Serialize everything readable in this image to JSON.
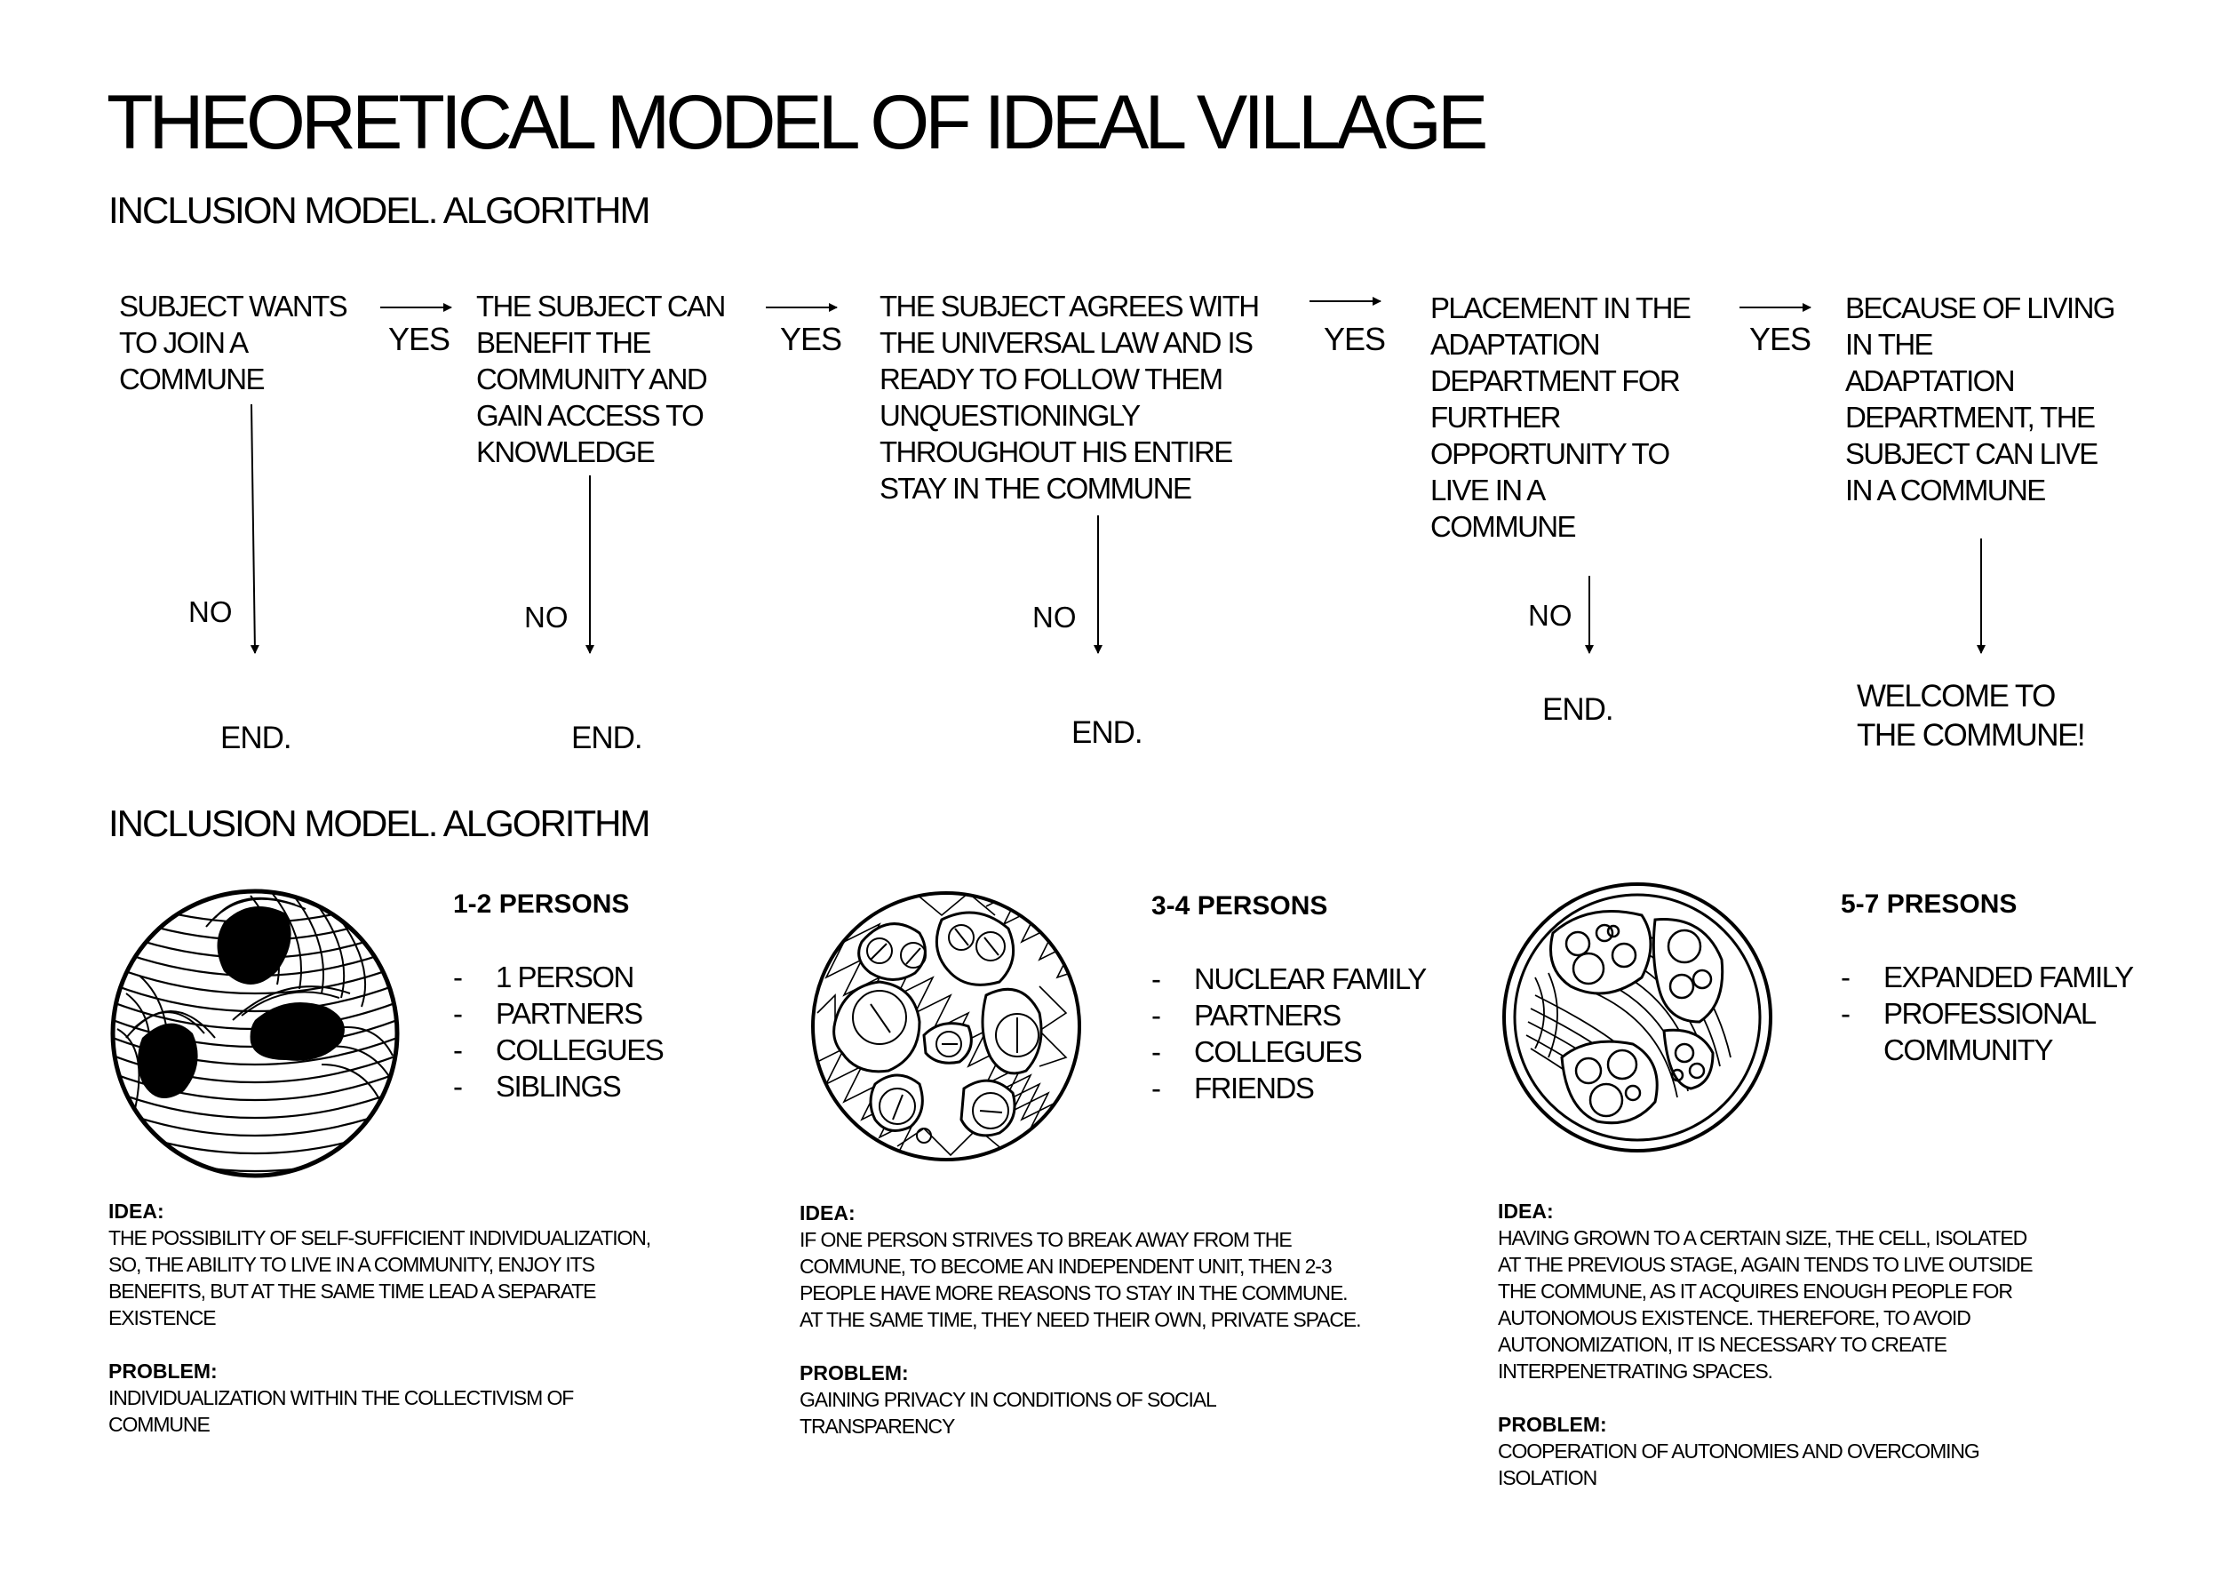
{
  "title": "THEORETICAL MODEL OF IDEAL VILLAGE",
  "section1_title": "INCLUSION MODEL. ALGORITHM",
  "section2_title": "INCLUSION MODEL. ALGORITHM",
  "steps": [
    {
      "lines": [
        "SUBJECT WANTS",
        "TO JOIN A",
        "COMMUNE"
      ],
      "no": "NO",
      "end": "END.",
      "yes": "YES"
    },
    {
      "lines": [
        "THE SUBJECT CAN",
        "BENEFIT THE",
        "COMMUNITY AND",
        "GAIN ACCESS TO",
        "KNOWLEDGE"
      ],
      "no": "NO",
      "end": "END.",
      "yes": "YES"
    },
    {
      "lines": [
        "THE SUBJECT AGREES WITH",
        "THE UNIVERSAL LAW AND IS",
        "READY TO FOLLOW THEM",
        "UNQUESTIONINGLY",
        "THROUGHOUT HIS ENTIRE",
        "STAY IN THE COMMUNE"
      ],
      "no": "NO",
      "end": "END.",
      "yes": "YES"
    },
    {
      "lines": [
        "PLACEMENT IN THE",
        "ADAPTATION",
        "DEPARTMENT FOR",
        "FURTHER",
        "OPPORTUNITY TO",
        "LIVE IN A",
        "COMMUNE"
      ],
      "no": "NO",
      "end": "END.",
      "yes": "YES"
    },
    {
      "lines": [
        "BECAUSE OF LIVING",
        "IN THE",
        "ADAPTATION",
        "DEPARTMENT, THE",
        "SUBJECT CAN LIVE",
        "IN A COMMUNE"
      ],
      "welcome": [
        "WELCOME TO",
        "THE COMMUNE!"
      ]
    }
  ],
  "groups": [
    {
      "title": "1-2 PERSONS",
      "items": [
        [
          "1 PERSON"
        ],
        [
          "PARTNERS"
        ],
        [
          "COLLEGUES"
        ],
        [
          "SIBLINGS"
        ]
      ],
      "idea_label": "IDEA:",
      "idea_lines": [
        "THE POSSIBILITY OF SELF-SUFFICIENT INDIVIDUALIZATION,",
        "SO, THE ABILITY TO LIVE IN A COMMUNITY, ENJOY ITS",
        "BENEFITS, BUT AT THE SAME TIME LEAD A SEPARATE",
        "EXISTENCE"
      ],
      "problem_label": "PROBLEM:",
      "problem_lines": [
        "INDIVIDUALIZATION WITHIN THE COLLECTIVISM OF",
        "COMMUNE"
      ]
    },
    {
      "title": "3-4 PERSONS",
      "items": [
        [
          "NUCLEAR FAMILY"
        ],
        [
          "PARTNERS"
        ],
        [
          "COLLEGUES"
        ],
        [
          "FRIENDS"
        ]
      ],
      "idea_label": "IDEA:",
      "idea_lines": [
        "IF ONE PERSON STRIVES TO BREAK AWAY FROM THE",
        "COMMUNE, TO BECOME AN INDEPENDENT UNIT, THEN 2-3",
        "PEOPLE HAVE MORE REASONS TO STAY IN THE COMMUNE.",
        "AT THE SAME TIME, THEY NEED THEIR OWN, PRIVATE SPACE."
      ],
      "problem_label": "PROBLEM:",
      "problem_lines": [
        "GAINING PRIVACY IN CONDITIONS OF SOCIAL",
        "TRANSPARENCY"
      ]
    },
    {
      "title": "5-7 PRESONS",
      "items": [
        [
          "EXPANDED FAMILY"
        ],
        [
          "PROFESSIONAL",
          "COMMUNITY"
        ]
      ],
      "idea_label": "IDEA:",
      "idea_lines": [
        "HAVING GROWN TO A CERTAIN SIZE, THE CELL, ISOLATED",
        "AT THE PREVIOUS STAGE, AGAIN TENDS TO LIVE OUTSIDE",
        "THE COMMUNE, AS IT ACQUIRES ENOUGH PEOPLE FOR",
        "AUTONOMOUS EXISTENCE. THEREFORE, TO AVOID",
        "AUTONOMIZATION, IT IS NECESSARY TO CREATE",
        "INTERPENETRATING SPACES."
      ],
      "problem_label": "PROBLEM:",
      "problem_lines": [
        "COOPERATION OF AUTONOMIES AND OVERCOMING",
        "ISOLATION"
      ]
    }
  ]
}
